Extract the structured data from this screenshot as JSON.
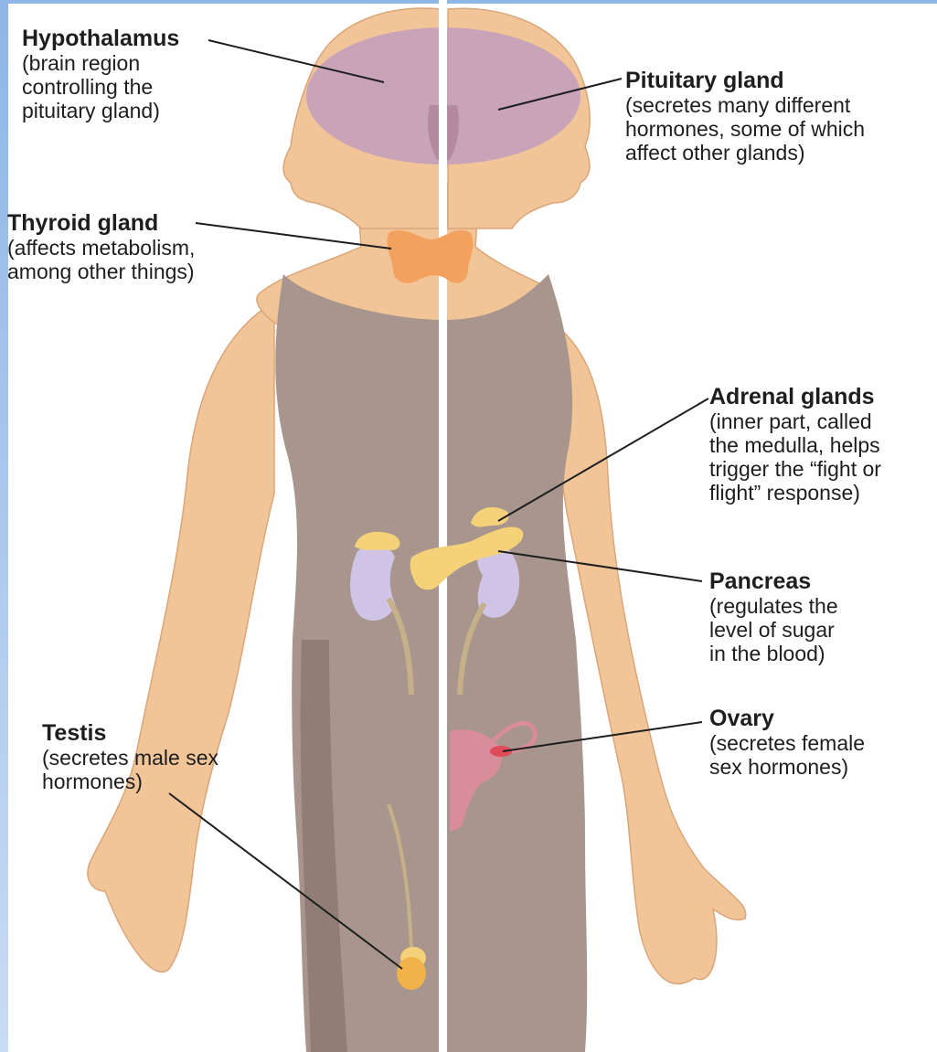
{
  "labels": {
    "hypothalamus": {
      "title": "Hypothalamus",
      "desc": "(brain region\ncontrolling the\npituitary gland)"
    },
    "pituitary": {
      "title": "Pituitary gland",
      "desc": "(secretes many different\nhormones, some of which\naffect other glands)"
    },
    "thyroid": {
      "title": "Thyroid gland",
      "desc": "(affects metabolism,\namong other things)"
    },
    "adrenal": {
      "title": "Adrenal glands",
      "desc": "(inner part, called\nthe medulla, helps\ntrigger the “fight or\nflight” response)"
    },
    "pancreas": {
      "title": "Pancreas",
      "desc": "(regulates the\nlevel of sugar\nin the blood)"
    },
    "ovary": {
      "title": "Ovary",
      "desc": "(secretes female\nsex hormones)"
    },
    "testis": {
      "title": "Testis",
      "desc": "(secretes male sex\nhormones)"
    }
  },
  "colors": {
    "skin": "#f1c597",
    "skin_shadow": "#d9a57a",
    "tank_top": "#a7958e",
    "tank_shadow": "#8f7d76",
    "brain": "#c9a4b8",
    "thyroid": "#f3a15f",
    "adrenal": "#f5d27a",
    "kidney": "#cfc4e6",
    "uterus": "#d98c99",
    "testis": "#f2b24a",
    "leader_line": "#1e1e1e"
  }
}
